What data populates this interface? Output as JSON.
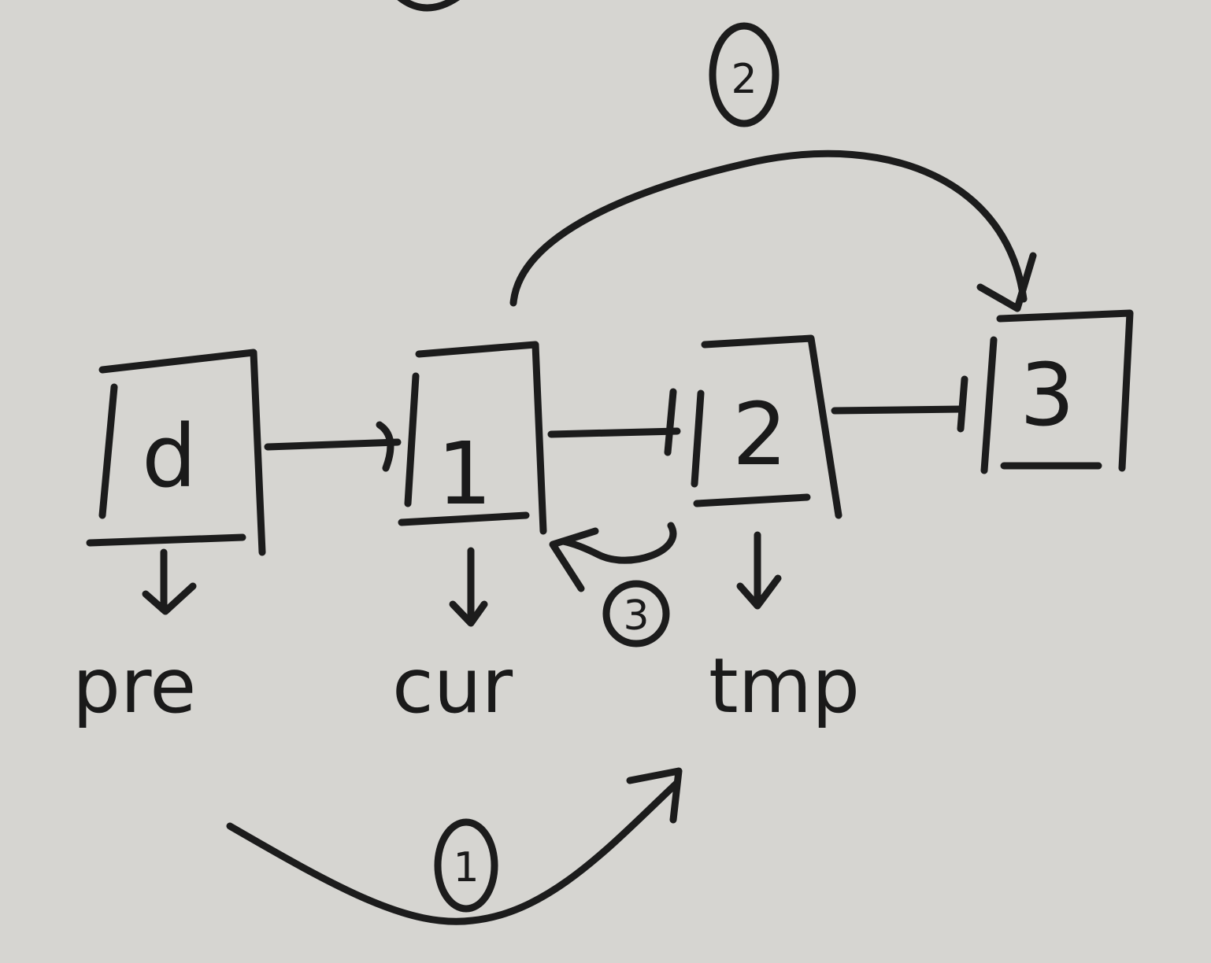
{
  "nodes": [
    {
      "id": "dummy",
      "label": "d"
    },
    {
      "id": "n1",
      "label": "1"
    },
    {
      "id": "n2",
      "label": "2"
    },
    {
      "id": "n3",
      "label": "3"
    }
  ],
  "pointers": [
    {
      "id": "pre",
      "label": "pre",
      "points_to": "dummy"
    },
    {
      "id": "cur",
      "label": "cur",
      "points_to": "n1"
    },
    {
      "id": "tmp",
      "label": "tmp",
      "points_to": "n2"
    }
  ],
  "steps": [
    {
      "id": "step1",
      "label": "1"
    },
    {
      "id": "step2",
      "label": "2"
    },
    {
      "id": "step3",
      "label": "3"
    }
  ],
  "colors": {
    "paper": "#d6d5d1",
    "ink": "#1c1c1c"
  }
}
